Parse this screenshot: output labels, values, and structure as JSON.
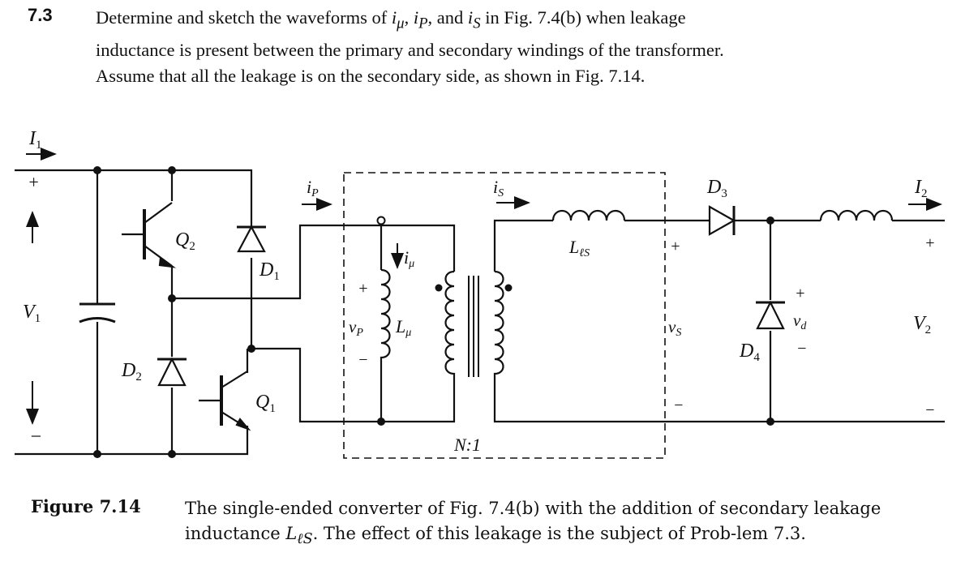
{
  "problem": {
    "number": "7.3",
    "line1": "Determine and sketch the waveforms of",
    "ivar_mu": "i",
    "sub_mu": "μ",
    "ivar_P": "i",
    "sub_P": "P",
    "and_word": ", and",
    "ivar_S": "i",
    "sub_S": "S",
    "line1_end": "in Fig. 7.4(b) when leakage",
    "line2": "inductance is present between the primary and secondary windings of the transformer.",
    "line3": "Assume that all the leakage is on the secondary side, as shown in Fig. 7.14."
  },
  "circuit": {
    "I1": "I",
    "I1_sub": "1",
    "V1": "V",
    "V1_sub": "1",
    "plus_left": "+",
    "minus_left": "−",
    "Q2": "Q",
    "Q2_sub": "2",
    "Q1": "Q",
    "Q1_sub": "1",
    "D1": "D",
    "D1_sub": "1",
    "D2": "D",
    "D2_sub": "2",
    "iP": "i",
    "iP_sub": "P",
    "imu": "i",
    "imu_sub": "μ",
    "vP": "v",
    "vP_sub": "P",
    "Lmu": "L",
    "Lmu_sub": "μ",
    "ratio": "N:1",
    "iS": "i",
    "iS_sub": "S",
    "Les": "L",
    "Les_sub": "ℓS",
    "vS": "v",
    "vS_sub": "S",
    "D3": "D",
    "D3_sub": "3",
    "D4": "D",
    "D4_sub": "4",
    "vd": "v",
    "vd_sub": "d",
    "I2": "I",
    "I2_sub": "2",
    "V2": "V",
    "V2_sub": "2",
    "plus": "+",
    "minus": "−"
  },
  "caption": {
    "label": "Figure 7.14",
    "text_a": "The single-ended converter of Fig. 7.4(b) with the addition of secondary leakage inductance",
    "L": "L",
    "L_sub": "ℓS",
    "text_b": ". The effect of this leakage is the subject of Prob-lem 7.3."
  }
}
